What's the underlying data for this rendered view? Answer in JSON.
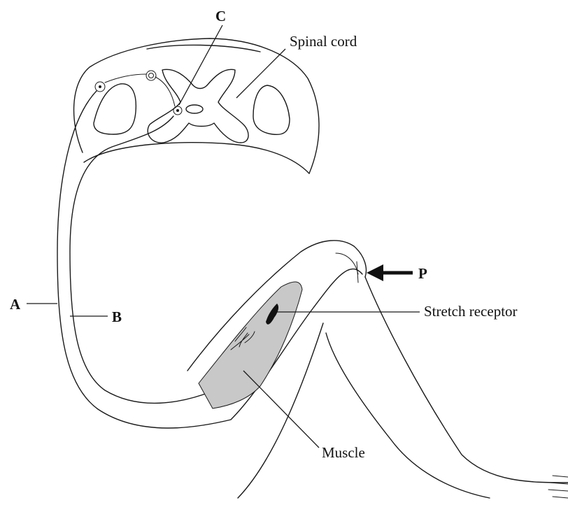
{
  "labels": {
    "c": "C",
    "spinal_cord": "Spinal cord",
    "a": "A",
    "b": "B",
    "p": "P",
    "stretch_receptor": "Stretch receptor",
    "muscle": "Muscle"
  },
  "colors": {
    "line": "#1a1a1a",
    "muscle_fill": "#c8c8c8",
    "receptor_fill": "#111111",
    "background": "#ffffff"
  },
  "icons": {
    "arrow_p": "left-arrow-icon"
  }
}
